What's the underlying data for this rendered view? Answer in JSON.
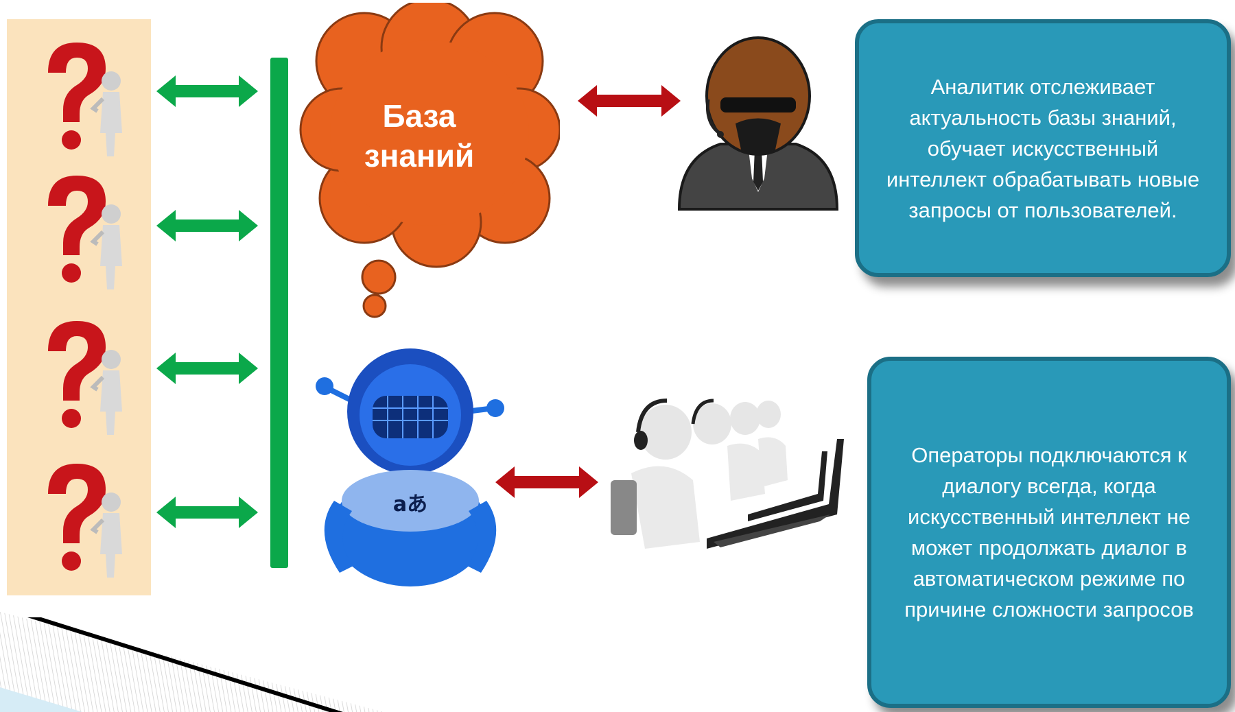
{
  "cloud": {
    "label": "База знаний"
  },
  "analyst_box": {
    "text": "Аналитик отслеживает актуальность базы знаний, обучает искусственный интеллект обрабатывать новые запросы от пользователей."
  },
  "operators_box": {
    "text": "Операторы подключаются к диалогу всегда, когда искусственный интеллект не может продолжать диалог в автоматическом режиме по причине сложности запросов"
  },
  "robot": {
    "badge_glyph": "aあ"
  },
  "colors": {
    "user_panel": "#fbe3bd",
    "green_connector": "#0ba84a",
    "red_connector": "#b80f14",
    "cloud": "#e8621f",
    "info_box": "#2999b8",
    "robot": "#1f6fe0"
  },
  "icons": {
    "users": "question-mark-person-icon",
    "analyst": "analyst-headset-icon",
    "robot": "ai-robot-icon",
    "operators": "call-center-operators-icon"
  }
}
